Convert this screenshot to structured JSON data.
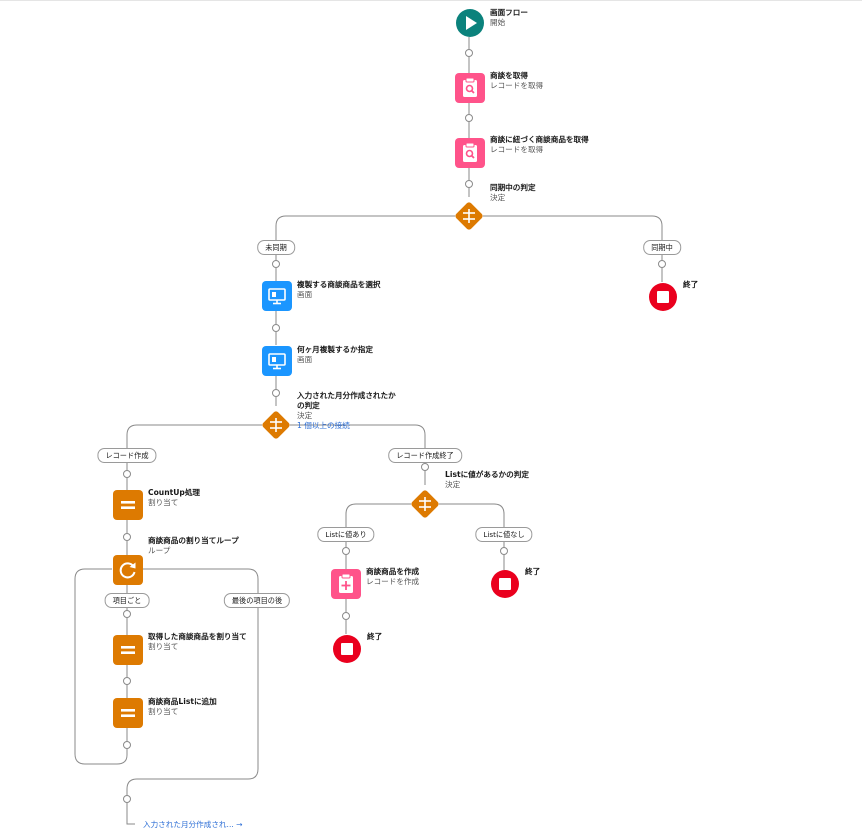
{
  "nodes": {
    "start": {
      "title": "画面フロー",
      "subtitle": "開始"
    },
    "get_opportunity": {
      "title": "商談を取得",
      "subtitle": "レコードを取得"
    },
    "get_products": {
      "title": "商談に紐づく商談商品を取得",
      "subtitle": "レコードを取得"
    },
    "decision_sync": {
      "title": "同期中の判定",
      "subtitle": "決定"
    },
    "end_sync": {
      "title": "終了"
    },
    "screen_select": {
      "title": "複製する商談商品を選択",
      "subtitle": "画面"
    },
    "screen_months": {
      "title": "何ヶ月複製するか指定",
      "subtitle": "画面"
    },
    "decision_months": {
      "title_line1": "入力された月分作成されたか",
      "title_line2": "の判定",
      "subtitle": "決定",
      "link": "1 個以上の接続"
    },
    "assign_countup": {
      "title": "CountUp処理",
      "subtitle": "割り当て"
    },
    "loop": {
      "title": "商談商品の割り当てループ",
      "subtitle": "ループ"
    },
    "assign_product": {
      "title": "取得した商談商品を割り当て",
      "subtitle": "割り当て"
    },
    "assign_list": {
      "title": "商談商品Listに追加",
      "subtitle": "割り当て"
    },
    "decision_list": {
      "title": "Listに値があるかの判定",
      "subtitle": "決定"
    },
    "create_product": {
      "title": "商談商品を作成",
      "subtitle": "レコードを作成"
    },
    "end_created": {
      "title": "終了"
    },
    "end_nolist": {
      "title": "終了"
    }
  },
  "branches": {
    "unsynced": "未同期",
    "syncing": "同期中",
    "record_create": "レコード作成",
    "record_create_done": "レコード作成終了",
    "list_has_value": "Listに値あり",
    "list_no_value": "Listに値なし",
    "each_item": "項目ごと",
    "after_last": "最後の項目の後"
  },
  "goto_link": "入力された月分作成され... →",
  "colors": {
    "start": "#0b827c",
    "get_records": "#ff538a",
    "screen": "#1b96ff",
    "logic": "#dd7a01",
    "end": "#ea001e",
    "connector": "#8a8a8a",
    "link": "#2e6fd6"
  }
}
